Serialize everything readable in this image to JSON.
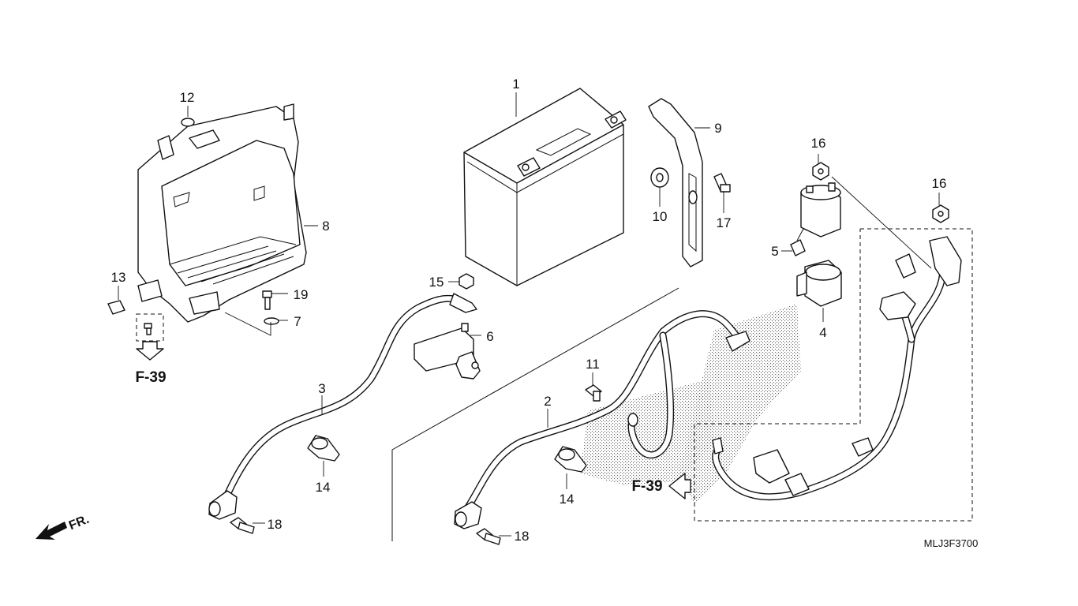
{
  "diagram": {
    "code": "MLJ3F3700",
    "front_indicator": "FR.",
    "references": [
      "F-39",
      "F-39"
    ],
    "callouts": [
      "1",
      "2",
      "3",
      "4",
      "5",
      "6",
      "7",
      "8",
      "9",
      "10",
      "11",
      "12",
      "13",
      "14",
      "14",
      "15",
      "16",
      "16",
      "17",
      "18",
      "18",
      "19"
    ]
  }
}
